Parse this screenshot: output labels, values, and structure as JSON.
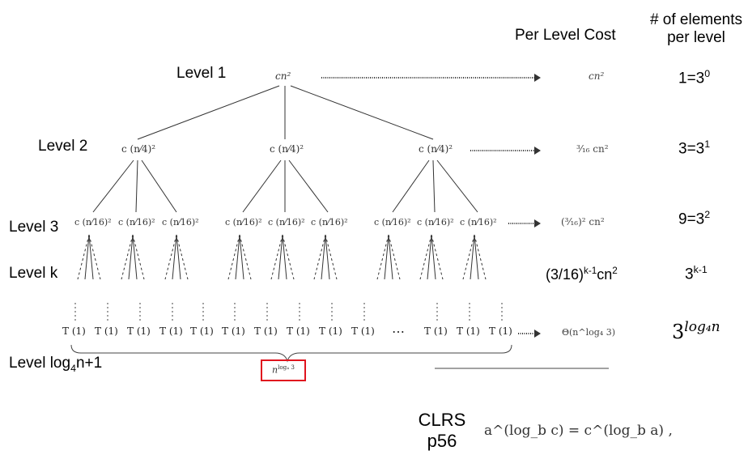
{
  "headers": {
    "per_level_cost": "Per Level Cost",
    "elements_line1": "# of elements",
    "elements_line2": "per level"
  },
  "levels": {
    "l1": "Level 1",
    "l2": "Level 2",
    "l3": "Level 3",
    "lk": "Level k",
    "llast_base": "Level log",
    "llast_sub": "4",
    "llast_tail": "n+1"
  },
  "nodes": {
    "root": "cn²",
    "level2": "c (n⁄4)²",
    "level3": "c (n⁄16)²",
    "leaf": "T (1)",
    "ellipsis": "⋯"
  },
  "costs": {
    "c1": "cn²",
    "c2": "³⁄₁₆ cn²",
    "c3": "(³⁄₁₆)² cn²",
    "ck_base": "(3/16)",
    "ck_sup": "k-1",
    "ck_tail": "cn",
    "ck_sup2": "2",
    "cleaf": "Θ(n^log₄ 3)"
  },
  "counts": {
    "n1_base": "1=3",
    "n1_sup": "0",
    "n2_base": "3=3",
    "n2_sup": "1",
    "n3_base": "9=3",
    "n3_sup": "2",
    "nk_base": "3",
    "nk_sup": "k-1",
    "nlast_base": "3",
    "nlast_sup": "log₄n"
  },
  "total": {
    "boxed_base": "n",
    "boxed_sup": "log₄ 3"
  },
  "reference": {
    "line1": "CLRS",
    "line2": "p56",
    "identity": "a^(log_b c)  =  c^(log_b a) ,"
  }
}
